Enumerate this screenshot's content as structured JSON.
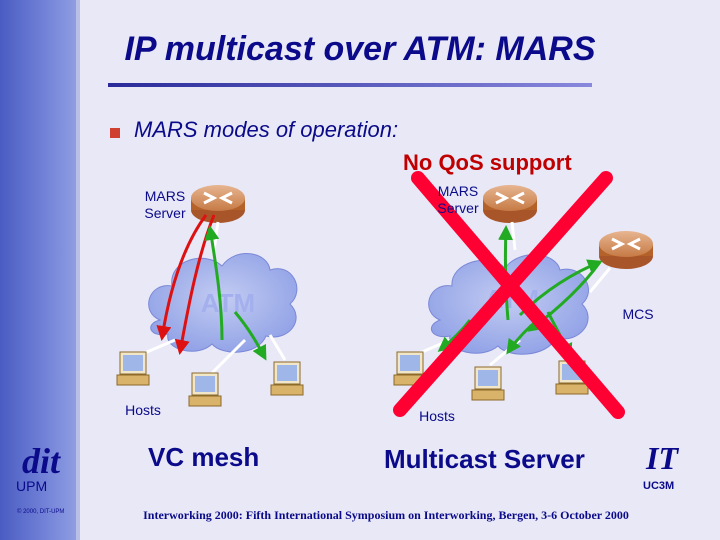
{
  "slide": {
    "title": "IP multicast over ATM: MARS",
    "bullet": "MARS modes of operation:",
    "note": "No QoS support"
  },
  "left_diagram": {
    "server_label": "MARS\nServer",
    "network_label": "ATM",
    "hosts_label": "Hosts",
    "caption": "VC mesh"
  },
  "right_diagram": {
    "server_label": "MARS\nServer",
    "network_label": "ATM",
    "mcs_label": "MCS",
    "hosts_label": "Hosts",
    "caption": "Multicast Server"
  },
  "branding": {
    "left_logo": "dit",
    "left_org": "UPM",
    "copyright": "© 2000, DIT-UPM",
    "right_logo": "IT",
    "right_org": "UC3M"
  },
  "footer": "Interworking 2000: Fifth International Symposium on Interworking, Bergen, 3-6 October 2000",
  "colors": {
    "background": "#e8e8f6",
    "text": "#0a0a8a",
    "router": "#b5622a",
    "cloud": "#8fa0e6",
    "cross": "#ff0033",
    "arrow_green": "#22aa22",
    "arrow_red": "#dd1111"
  }
}
